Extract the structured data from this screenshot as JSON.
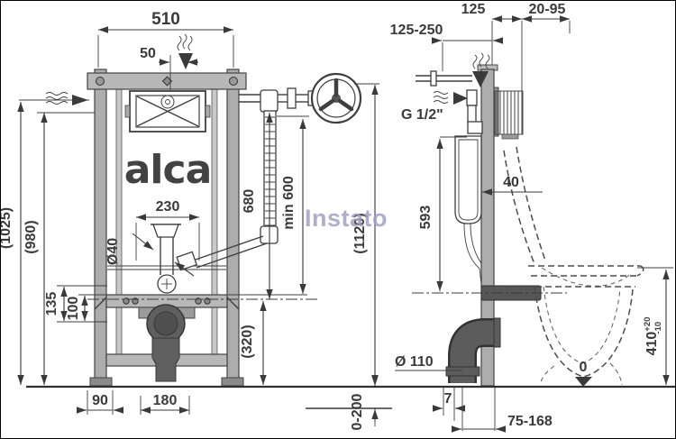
{
  "watermark": "Instato",
  "brand": "alca",
  "front": {
    "d510": "510",
    "d50": "50",
    "d1025": "(1025)",
    "d980": "(980)",
    "d230": "230",
    "d40": "Ø40",
    "d680": "680",
    "dmin600": "min 600",
    "d1120": "(1120)",
    "d135": "135",
    "d100": "100",
    "d320": "(320)",
    "d90": "90",
    "d180": "180",
    "d0_200": "0-200"
  },
  "side": {
    "d125_250": "125-250",
    "d125": "125",
    "d20_95": "20-95",
    "thread": "G 1/2\"",
    "d593": "593",
    "d40": "40",
    "d110": "Ø 110",
    "d410": "410",
    "tol_plus": "+20",
    "tol_minus": "-10",
    "d7": "7",
    "d75_168": "75-168",
    "datum": "0"
  },
  "colors": {
    "line": "#3f3f3f",
    "frame_fill": "#adadad",
    "dark_fill": "#5c5c5c",
    "watermark": "#a2a2c0"
  }
}
